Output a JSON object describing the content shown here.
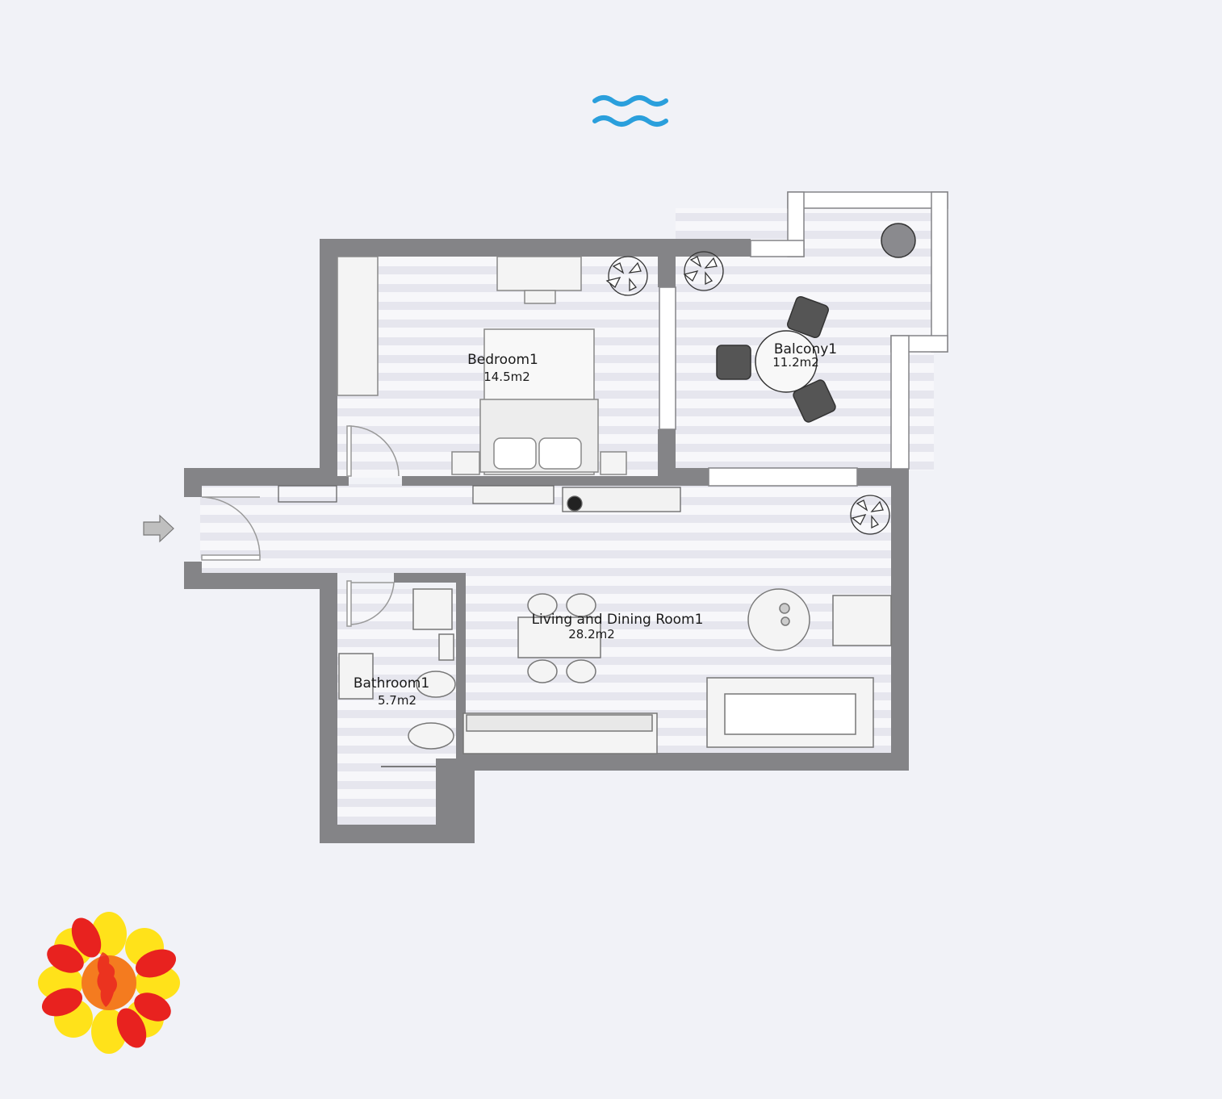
{
  "plan": {
    "rooms": [
      {
        "id": "bedroom",
        "name": "Bedroom1",
        "area": "14.5m2"
      },
      {
        "id": "balcony",
        "name": "Balcony1",
        "area": "11.2m2"
      },
      {
        "id": "living",
        "name": "Living and Dining Room1",
        "area": "28.2m2"
      },
      {
        "id": "bathroom",
        "name": "Bathroom1",
        "area": "5.7m2"
      }
    ],
    "icons": {
      "sea_view": "waves-icon",
      "entrance": "entrance-arrow-icon",
      "logo": "flower-logo"
    },
    "colors": {
      "background": "#f1f2f7",
      "wall": "#848487",
      "floor_stripe": "#e6e6ee",
      "waves": "#2a9fdc",
      "logo_red": "#e8221f",
      "logo_orange": "#f47b1f",
      "logo_yellow": "#ffe21a"
    }
  }
}
